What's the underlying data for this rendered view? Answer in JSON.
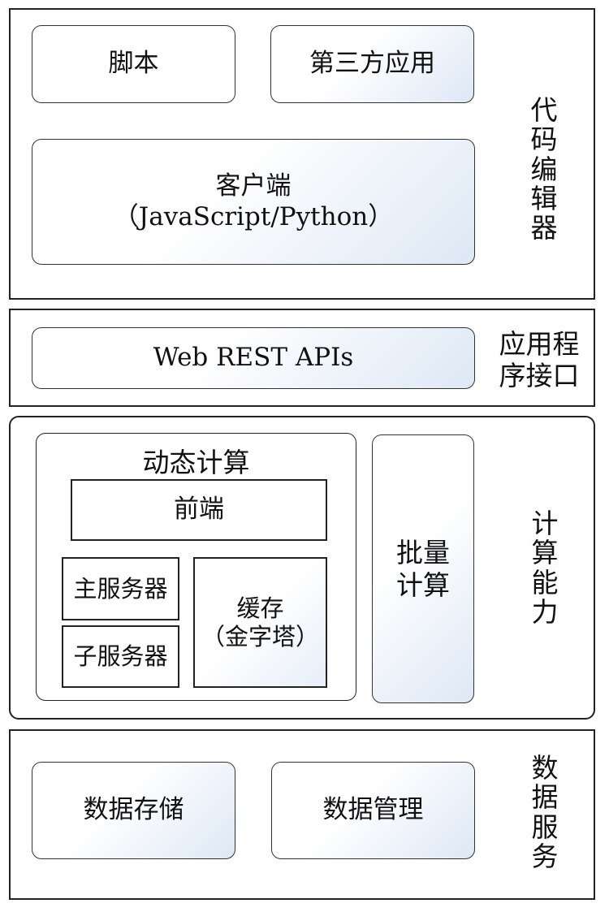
{
  "layers": {
    "editor": {
      "label_chars": [
        "代",
        "码",
        "编",
        "辑",
        "器"
      ],
      "script": "脚本",
      "third_party": "第三方应用",
      "client_line1": "客户端",
      "client_line2": "（JavaScript/Python）"
    },
    "api": {
      "label_line1": "应用程",
      "label_line2": "序接口",
      "rest": "Web REST APIs"
    },
    "compute": {
      "label_chars": [
        "计",
        "算",
        "能",
        "力"
      ],
      "dynamic_title": "动态计算",
      "frontend": "前端",
      "main_server": "主服务器",
      "sub_server": "子服务器",
      "cache_line1": "缓存",
      "cache_line2": "（金字塔）",
      "batch_line1": "批量",
      "batch_line2": "计算"
    },
    "data": {
      "label_chars": [
        "数",
        "据",
        "服",
        "务"
      ],
      "storage": "数据存储",
      "management": "数据管理"
    }
  },
  "colors": {
    "border": "#222222",
    "gradient_end": "#dde8f5"
  }
}
